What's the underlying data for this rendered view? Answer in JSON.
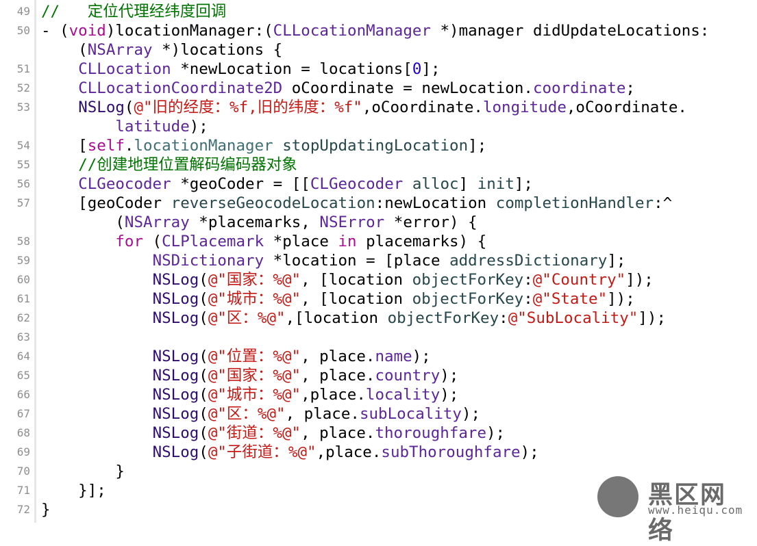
{
  "editor": {
    "lines": [
      {
        "ln": "49",
        "tokens": [
          [
            "com",
            "//   定位代理经纬度回调"
          ]
        ]
      },
      {
        "ln": "50",
        "tokens": [
          [
            "",
            "- ("
          ],
          [
            "kw",
            "void"
          ],
          [
            "",
            ")locationManager:("
          ],
          [
            "ty",
            "CLLocationManager"
          ],
          [
            "",
            " *)manager didUpdateLocations:"
          ]
        ]
      },
      {
        "ln": "",
        "tokens": [
          [
            "",
            "    ("
          ],
          [
            "ty",
            "NSArray"
          ],
          [
            "",
            " *)locations {"
          ]
        ]
      },
      {
        "ln": "51",
        "tokens": [
          [
            "",
            "    "
          ],
          [
            "ty",
            "CLLocation"
          ],
          [
            "",
            " *newLocation = locations["
          ],
          [
            "num",
            "0"
          ],
          [
            "",
            "];"
          ]
        ]
      },
      {
        "ln": "52",
        "tokens": [
          [
            "",
            "    "
          ],
          [
            "ty",
            "CLLocationCoordinate2D"
          ],
          [
            "",
            " oCoordinate = newLocation."
          ],
          [
            "prop",
            "coordinate"
          ],
          [
            "",
            ";"
          ]
        ]
      },
      {
        "ln": "53",
        "tokens": [
          [
            "",
            "    "
          ],
          [
            "fn",
            "NSLog"
          ],
          [
            "",
            "("
          ],
          [
            "str",
            "@\"旧的经度：%f,旧的纬度：%f\""
          ],
          [
            "",
            ",oCoordinate."
          ],
          [
            "prop",
            "longitude"
          ],
          [
            "",
            ",oCoordinate."
          ]
        ]
      },
      {
        "ln": "",
        "tokens": [
          [
            "",
            "        "
          ],
          [
            "prop",
            "latitude"
          ],
          [
            "",
            ");"
          ]
        ]
      },
      {
        "ln": "54",
        "tokens": [
          [
            "",
            "    ["
          ],
          [
            "kw",
            "self"
          ],
          [
            "",
            "."
          ],
          [
            "ivar",
            "locationManager"
          ],
          [
            "",
            " "
          ],
          [
            "sel",
            "stopUpdatingLocation"
          ],
          [
            "",
            "];"
          ]
        ]
      },
      {
        "ln": "55",
        "tokens": [
          [
            "",
            "    "
          ],
          [
            "com",
            "//创建地理位置解码编码器对象"
          ]
        ]
      },
      {
        "ln": "56",
        "tokens": [
          [
            "",
            "    "
          ],
          [
            "ty",
            "CLGeocoder"
          ],
          [
            "",
            " *geoCoder = [["
          ],
          [
            "ty",
            "CLGeocoder"
          ],
          [
            "",
            " "
          ],
          [
            "sel",
            "alloc"
          ],
          [
            "",
            "] "
          ],
          [
            "sel",
            "init"
          ],
          [
            "",
            "];"
          ]
        ]
      },
      {
        "ln": "57",
        "tokens": [
          [
            "",
            "    [geoCoder "
          ],
          [
            "sel",
            "reverseGeocodeLocation"
          ],
          [
            "",
            ":newLocation "
          ],
          [
            "sel",
            "completionHandler"
          ],
          [
            "",
            ":^"
          ]
        ]
      },
      {
        "ln": "",
        "tokens": [
          [
            "",
            "        ("
          ],
          [
            "ty",
            "NSArray"
          ],
          [
            "",
            " *placemarks, "
          ],
          [
            "ty",
            "NSError"
          ],
          [
            "",
            " *error) {"
          ]
        ]
      },
      {
        "ln": "58",
        "tokens": [
          [
            "",
            "        "
          ],
          [
            "kw",
            "for"
          ],
          [
            "",
            " ("
          ],
          [
            "ty",
            "CLPlacemark"
          ],
          [
            "",
            " *place "
          ],
          [
            "kw",
            "in"
          ],
          [
            "",
            " placemarks) {"
          ]
        ]
      },
      {
        "ln": "59",
        "tokens": [
          [
            "",
            "            "
          ],
          [
            "ty",
            "NSDictionary"
          ],
          [
            "",
            " *location = [place "
          ],
          [
            "sel",
            "addressDictionary"
          ],
          [
            "",
            "];"
          ]
        ]
      },
      {
        "ln": "60",
        "tokens": [
          [
            "",
            "            "
          ],
          [
            "fn",
            "NSLog"
          ],
          [
            "",
            "("
          ],
          [
            "str",
            "@\"国家：%@\""
          ],
          [
            "",
            ", [location "
          ],
          [
            "sel",
            "objectForKey"
          ],
          [
            "",
            ":"
          ],
          [
            "str",
            "@\"Country\""
          ],
          [
            "",
            "]);"
          ]
        ]
      },
      {
        "ln": "61",
        "tokens": [
          [
            "",
            "            "
          ],
          [
            "fn",
            "NSLog"
          ],
          [
            "",
            "("
          ],
          [
            "str",
            "@\"城市：%@\""
          ],
          [
            "",
            ", [location "
          ],
          [
            "sel",
            "objectForKey"
          ],
          [
            "",
            ":"
          ],
          [
            "str",
            "@\"State\""
          ],
          [
            "",
            "]);"
          ]
        ]
      },
      {
        "ln": "62",
        "tokens": [
          [
            "",
            "            "
          ],
          [
            "fn",
            "NSLog"
          ],
          [
            "",
            "("
          ],
          [
            "str",
            "@\"区：%@\""
          ],
          [
            "",
            ",[location "
          ],
          [
            "sel",
            "objectForKey"
          ],
          [
            "",
            ":"
          ],
          [
            "str",
            "@\"SubLocality\""
          ],
          [
            "",
            "]);"
          ]
        ]
      },
      {
        "ln": "63",
        "tokens": [
          [
            "",
            ""
          ]
        ]
      },
      {
        "ln": "64",
        "tokens": [
          [
            "",
            "            "
          ],
          [
            "fn",
            "NSLog"
          ],
          [
            "",
            "("
          ],
          [
            "str",
            "@\"位置：%@\""
          ],
          [
            "",
            ", place."
          ],
          [
            "prop",
            "name"
          ],
          [
            "",
            ");"
          ]
        ]
      },
      {
        "ln": "65",
        "tokens": [
          [
            "",
            "            "
          ],
          [
            "fn",
            "NSLog"
          ],
          [
            "",
            "("
          ],
          [
            "str",
            "@\"国家：%@\""
          ],
          [
            "",
            ", place."
          ],
          [
            "prop",
            "country"
          ],
          [
            "",
            ");"
          ]
        ]
      },
      {
        "ln": "66",
        "tokens": [
          [
            "",
            "            "
          ],
          [
            "fn",
            "NSLog"
          ],
          [
            "",
            "("
          ],
          [
            "str",
            "@\"城市：%@\""
          ],
          [
            "",
            ",place."
          ],
          [
            "prop",
            "locality"
          ],
          [
            "",
            ");"
          ]
        ]
      },
      {
        "ln": "67",
        "tokens": [
          [
            "",
            "            "
          ],
          [
            "fn",
            "NSLog"
          ],
          [
            "",
            "("
          ],
          [
            "str",
            "@\"区：%@\""
          ],
          [
            "",
            ", place."
          ],
          [
            "prop",
            "subLocality"
          ],
          [
            "",
            ");"
          ]
        ]
      },
      {
        "ln": "68",
        "tokens": [
          [
            "",
            "            "
          ],
          [
            "fn",
            "NSLog"
          ],
          [
            "",
            "("
          ],
          [
            "str",
            "@\"街道：%@\""
          ],
          [
            "",
            ", place."
          ],
          [
            "prop",
            "thoroughfare"
          ],
          [
            "",
            ");"
          ]
        ]
      },
      {
        "ln": "69",
        "tokens": [
          [
            "",
            "            "
          ],
          [
            "fn",
            "NSLog"
          ],
          [
            "",
            "("
          ],
          [
            "str",
            "@\"子街道：%@\""
          ],
          [
            "",
            ",place."
          ],
          [
            "prop",
            "subThoroughfare"
          ],
          [
            "",
            ");"
          ]
        ]
      },
      {
        "ln": "70",
        "tokens": [
          [
            "",
            "        }"
          ]
        ]
      },
      {
        "ln": "71",
        "tokens": [
          [
            "",
            "    }];"
          ]
        ]
      },
      {
        "ln": "72",
        "tokens": [
          [
            "",
            "}"
          ]
        ]
      }
    ]
  },
  "watermark": {
    "title": "黑区网络",
    "url": "www.heiqu.com"
  }
}
